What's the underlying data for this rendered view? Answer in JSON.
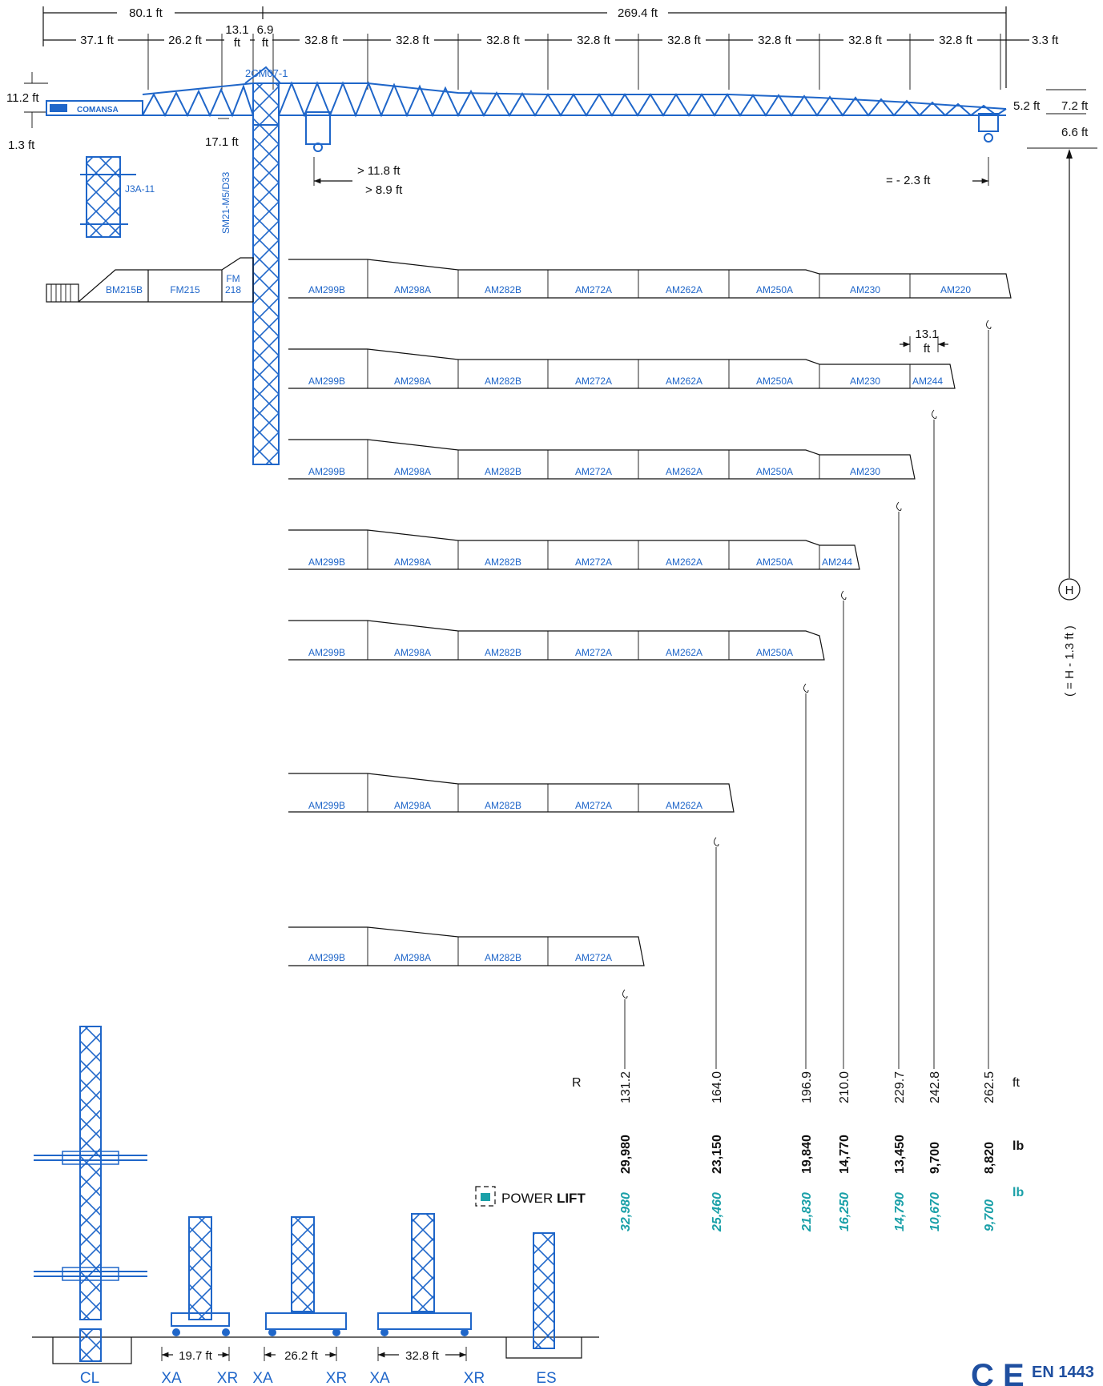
{
  "colors": {
    "structure": "#1f66c9",
    "powerlift": "#1aa0a8",
    "line": "#111111"
  },
  "top_dimensions": {
    "counter_total": "80.1 ft",
    "jib_total": "269.4 ft",
    "counter_parts": [
      "37.1 ft",
      "26.2 ft"
    ],
    "head_top": "13.1",
    "head_bottom": "ft",
    "mast_top": "6.9",
    "mast_bottom": "ft",
    "jib_parts": [
      "32.8 ft",
      "32.8 ft",
      "32.8 ft",
      "32.8 ft",
      "32.8 ft",
      "32.8 ft",
      "32.8 ft",
      "32.8 ft"
    ],
    "tip": "3.3 ft"
  },
  "side_dimensions": {
    "counter_height": "11.2 ft",
    "counter_offset": "1.3 ft",
    "head_clear": "17.1 ft",
    "tip_a": "5.2 ft",
    "tip_b": "7.2 ft",
    "tip_c": "6.6 ft"
  },
  "labels": {
    "head": "2CM07-1",
    "brand": "COMANSA",
    "mast_section": "SM21-M5/D33",
    "climbing": "J3A-11",
    "trolley_min1": "> 11.8 ft",
    "trolley_min2": "> 8.9 ft",
    "trolley_formula": "= - 2.3 ft",
    "height_formula": "( = H - 1.3 ft )",
    "height_H": "H",
    "powerlift": "POWER ",
    "powerlift_bold": "LIFT",
    "ce": "C E",
    "en": "EN 1443"
  },
  "counter_jib_sections": [
    "BM215B",
    "FM215",
    "FM",
    "218"
  ],
  "jib_configs": [
    {
      "sections": [
        "AM299B",
        "AM298A",
        "AM282B",
        "AM272A",
        "AM262A",
        "AM250A",
        "AM230",
        "AM220"
      ]
    },
    {
      "sections": [
        "AM299B",
        "AM298A",
        "AM282B",
        "AM272A",
        "AM262A",
        "AM250A",
        "AM230",
        "AM244"
      ],
      "extra": "13.1",
      "extra2": "ft"
    },
    {
      "sections": [
        "AM299B",
        "AM298A",
        "AM282B",
        "AM272A",
        "AM262A",
        "AM250A",
        "AM230"
      ]
    },
    {
      "sections": [
        "AM299B",
        "AM298A",
        "AM282B",
        "AM272A",
        "AM262A",
        "AM250A",
        "AM244"
      ]
    },
    {
      "sections": [
        "AM299B",
        "AM298A",
        "AM282B",
        "AM272A",
        "AM262A",
        "AM250A"
      ]
    },
    {
      "sections": [
        "AM299B",
        "AM298A",
        "AM282B",
        "AM272A",
        "AM262A"
      ]
    },
    {
      "sections": [
        "AM299B",
        "AM298A",
        "AM282B",
        "AM272A"
      ]
    }
  ],
  "load_table": {
    "r_label": "R",
    "unit_radius": "ft",
    "unit_load": "lb",
    "unit_load_pl": "lb",
    "radius": [
      "131.2",
      "164.0",
      "196.9",
      "210.0",
      "229.7",
      "242.8",
      "262.5"
    ],
    "load": [
      "29,980",
      "23,150",
      "19,840",
      "14,770",
      "13,450",
      "9,700",
      "8,820"
    ],
    "load_powerlift": [
      "32,980",
      "25,460",
      "21,830",
      "16,250",
      "14,790",
      "10,670",
      "9,700"
    ]
  },
  "base_types": [
    "CL",
    "XA",
    "XR",
    "XA",
    "XR",
    "XA",
    "XR",
    "ES"
  ],
  "base_dims": [
    "19.7 ft",
    "26.2 ft",
    "32.8 ft"
  ]
}
